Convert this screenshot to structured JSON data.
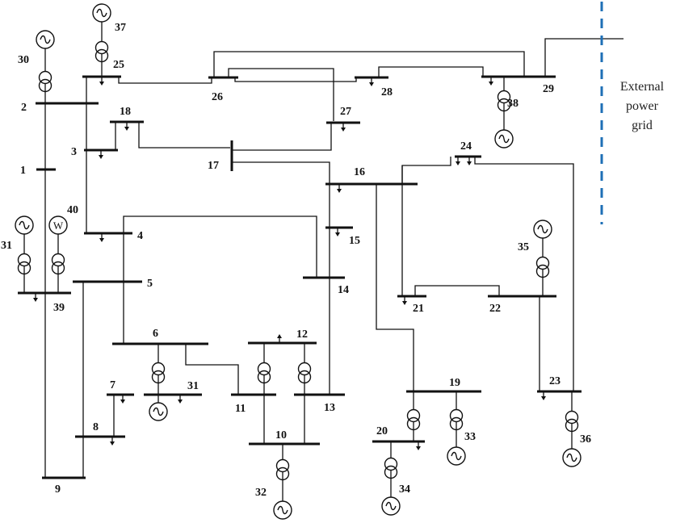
{
  "buses": {
    "b1": "1",
    "b2": "2",
    "b3": "3",
    "b4": "4",
    "b5": "5",
    "b6": "6",
    "b7": "7",
    "b8": "8",
    "b9": "9",
    "b10": "10",
    "b11": "11",
    "b12": "12",
    "b13": "13",
    "b14": "14",
    "b15": "15",
    "b16": "16",
    "b17": "17",
    "b18": "18",
    "b19": "19",
    "b20": "20",
    "b21": "21",
    "b22": "22",
    "b23": "23",
    "b24": "24",
    "b25": "25",
    "b26": "26",
    "b27": "27",
    "b28": "28",
    "b29": "29",
    "g30": "30",
    "g31a": "31",
    "g31b": "31",
    "g32": "32",
    "g33": "33",
    "g34": "34",
    "g35": "35",
    "g36": "36",
    "g37": "37",
    "g38": "38",
    "b39": "39",
    "g40": "40"
  },
  "external_grid": {
    "line1": "External",
    "line2": "power",
    "line3": "grid"
  },
  "wind_letter": "W",
  "colors": {
    "line": "#111111",
    "external_boundary": "#1e6fb6"
  }
}
